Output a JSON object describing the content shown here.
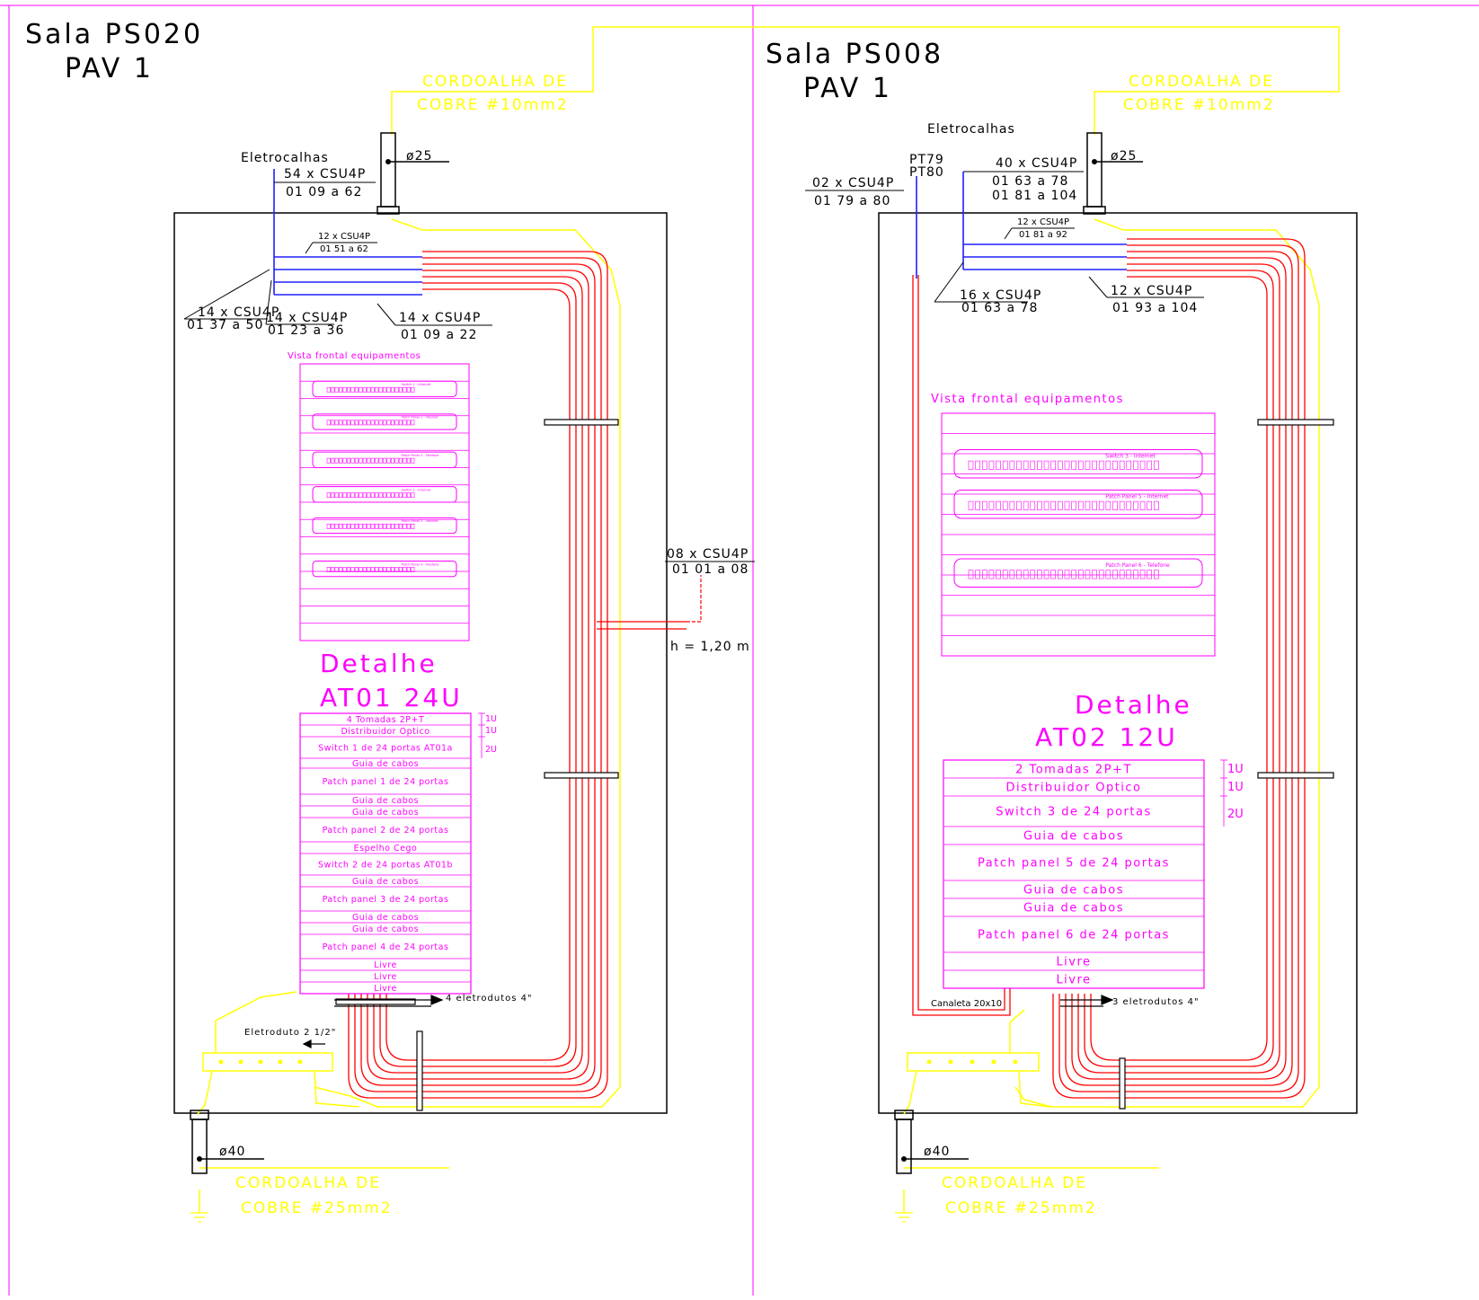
{
  "colors": {
    "cable": "#ff0000",
    "bundle": "#2020ff",
    "rack": "#ff00ff",
    "ground": "#ffff00",
    "line": "#000000",
    "sheet_border": "#ff00ff"
  },
  "left": {
    "room": "Sala PS020",
    "floor": "PAV 1",
    "ground_top": {
      "line1": "CORDOALHA DE",
      "line2": "COBRE #10mm2",
      "pipe": "ø25"
    },
    "ground_bottom": {
      "line1": "CORDOALHA DE",
      "line2": "COBRE #25mm2",
      "pipe": "ø40"
    },
    "tray_label": "Eletrocalhas",
    "main_bundle": {
      "qty": "54 x CSU4P",
      "range": "01 09 a 62"
    },
    "bundles": [
      {
        "qty": "12 x CSU4P",
        "range": "01 51 a 62"
      },
      {
        "qty": "14 x CSU4P",
        "range": "01 37 a 50"
      },
      {
        "qty": "14 x CSU4P",
        "range": "01 23 a 36"
      },
      {
        "qty": "14 x CSU4P",
        "range": "01 09 a 22"
      }
    ],
    "external": {
      "qty": "08 x CSU4P",
      "range": "01 01 a 08",
      "height": "h = 1,20 m"
    },
    "front_view_title": "Vista frontal equipamentos",
    "front_panels": [
      "Switch 1 - Internet",
      "Patch Panel 1 - Internet",
      "Patch Panel 2 - Telefone",
      "Switch 2 - Internet",
      "Patch Panel 3 - Internet",
      "Patch Panel 4 - Telefone"
    ],
    "detail_title": "Detalhe",
    "detail_name": "AT01 24U",
    "rack_rows": [
      "4 Tomadas 2P+T",
      "Distribuidor Optico",
      "Switch 1 de 24 portas AT01a",
      "Guia de cabos",
      "Patch panel 1 de 24 portas",
      "Guia de cabos",
      "Guia de cabos",
      "Patch panel 2 de 24 portas",
      "Espelho Cego",
      "Switch 2 de 24 portas AT01b",
      "Guia de cabos",
      "Patch panel 3 de 24 portas",
      "Guia de cabos",
      "Guia de cabos",
      "Patch panel 4 de 24 portas",
      "Livre",
      "Livre",
      "Livre"
    ],
    "units": [
      "1U",
      "1U",
      "2U"
    ],
    "conduits": "4 eletrodutos 4\"",
    "conduit_small": "Eletroduto 2 1/2\""
  },
  "right": {
    "room": "Sala PS008",
    "floor": "PAV 1",
    "ground_top": {
      "line1": "CORDOALHA DE",
      "line2": "COBRE #10mm2",
      "pipe": "ø25"
    },
    "ground_bottom": {
      "line1": "CORDOALHA DE",
      "line2": "COBRE #25mm2",
      "pipe": "ø40"
    },
    "tray_label": "Eletrocalhas",
    "pt_labels": [
      "PT79",
      "PT80"
    ],
    "pt_bundle": {
      "qty": "02 x CSU4P",
      "range": "01 79 a 80"
    },
    "main_bundle": {
      "qty": "40 x CSU4P",
      "range1": "01 63 a 78",
      "range2": "01 81 a 104"
    },
    "bundles": [
      {
        "qty": "12 x CSU4P",
        "range": "01 81 a 92"
      },
      {
        "qty": "16 x CSU4P",
        "range": "01 63 a 78"
      },
      {
        "qty": "12 x CSU4P",
        "range": "01 93 a 104"
      }
    ],
    "front_view_title": "Vista frontal equipamentos",
    "front_panels": [
      "Switch 3 - Internet",
      "Patch Panel 5 - Internet",
      "Patch Panel 6 - Telefone"
    ],
    "detail_title": "Detalhe",
    "detail_name": "AT02 12U",
    "rack_rows": [
      "2 Tomadas 2P+T",
      "Distribuidor Optico",
      "Switch 3 de 24 portas",
      "Guia de cabos",
      "Patch panel 5 de 24 portas",
      "Guia de cabos",
      "Guia de cabos",
      "Patch panel  6 de 24 portas",
      "Livre",
      "Livre"
    ],
    "units": [
      "1U",
      "1U",
      "2U"
    ],
    "conduits": "3 eletrodutos 4\"",
    "canaleta": "Canaleta 20x10"
  }
}
